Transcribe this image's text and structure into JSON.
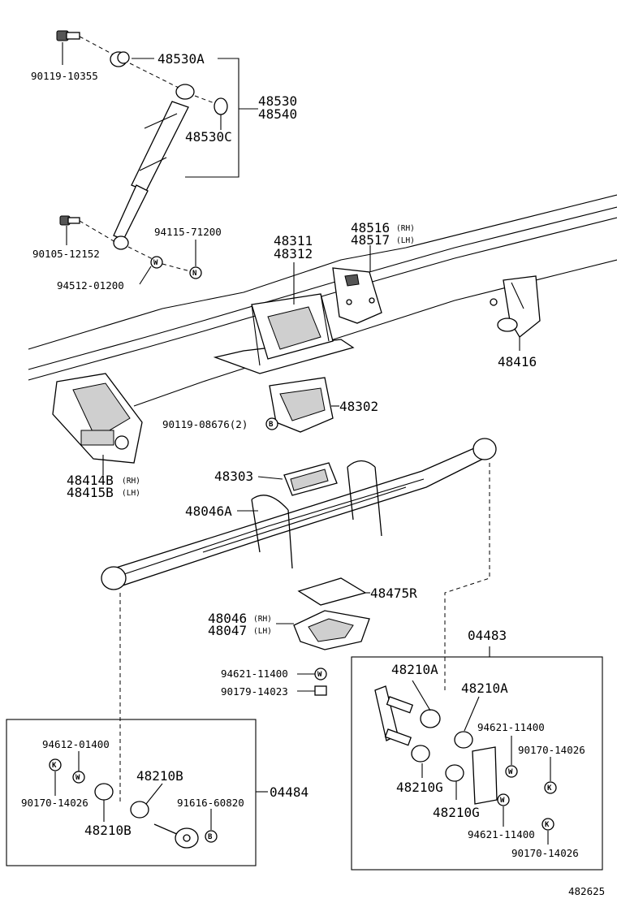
{
  "labels": {
    "p90119_10355": "90119-10355",
    "p48530A": "48530A",
    "p48530": "48530",
    "p48540": "48540",
    "p48530C": "48530C",
    "p90105_12152": "90105-12152",
    "p94115_71200": "94115-71200",
    "p94512_01200": "94512-01200",
    "p48311": "48311",
    "p48312": "48312",
    "p48516": "48516",
    "p48516_side": "(RH)",
    "p48517": "48517",
    "p48517_side": "(LH)",
    "p48416": "48416",
    "p48302": "48302",
    "p90119_08676": "90119-08676(2)",
    "p48414B": "48414B",
    "p48414B_side": "(RH)",
    "p48415B": "48415B",
    "p48415B_side": "(LH)",
    "p48303": "48303",
    "p48046A": "48046A",
    "p48475R": "48475R",
    "p48046": "48046",
    "p48046_side": "(RH)",
    "p48047": "48047",
    "p48047_side": "(LH)",
    "p04483": "04483",
    "p94621_11400_a": "94621-11400",
    "p90179_14023": "90179-14023",
    "p48210A_1": "48210A",
    "p48210A_2": "48210A",
    "p94621_11400_b": "94621-11400",
    "p90170_14026_a": "90170-14026",
    "p48210G_1": "48210G",
    "p48210G_2": "48210G",
    "p94621_11400_c": "94621-11400",
    "p90170_14026_b": "90170-14026",
    "p94612_01400": "94612-01400",
    "p48210B_1": "48210B",
    "p04484": "04484",
    "p90170_14026_c": "90170-14026",
    "p91616_60820": "91616-60820",
    "p48210B_2": "48210B",
    "footer_code": "482625"
  },
  "markers": {
    "washer": "W",
    "nut": "N",
    "bolt": "B",
    "k": "K"
  }
}
